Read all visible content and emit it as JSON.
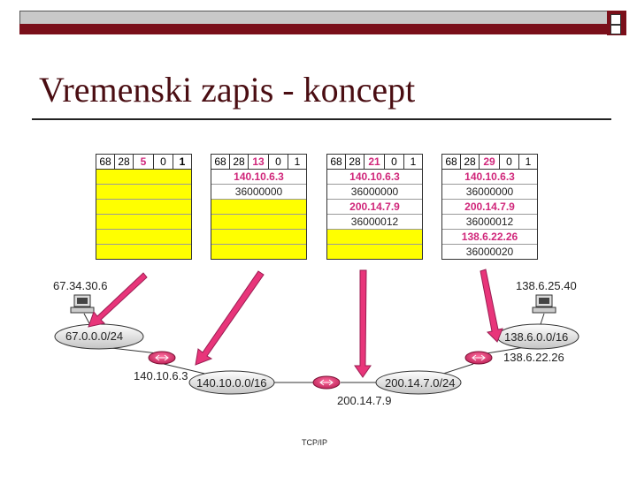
{
  "slide": {
    "title": "Vremenski zapis - koncept",
    "footer": "TCP/IP"
  },
  "packets": [
    {
      "header": [
        "68",
        "28",
        "5",
        "0",
        "1"
      ],
      "rows": [
        "",
        "",
        "",
        "",
        "",
        ""
      ]
    },
    {
      "header": [
        "68",
        "28",
        "13",
        "0",
        "1"
      ],
      "rows": [
        "140.10.6.3",
        "36000000",
        "",
        "",
        "",
        ""
      ]
    },
    {
      "header": [
        "68",
        "28",
        "21",
        "0",
        "1"
      ],
      "rows": [
        "140.10.6.3",
        "36000000",
        "200.14.7.9",
        "36000012",
        "",
        ""
      ]
    },
    {
      "header": [
        "68",
        "28",
        "29",
        "0",
        "1"
      ],
      "rows": [
        "140.10.6.3",
        "36000000",
        "200.14.7.9",
        "36000012",
        "138.6.22.26",
        "36000020"
      ]
    }
  ],
  "network": {
    "host_left": "67.34.30.6",
    "host_right": "138.6.25.40",
    "net_a": "67.0.0.0/24",
    "net_b": "140.10.0.0/16",
    "net_c": "200.14.7.0/24",
    "net_d": "138.6.0.0/16",
    "router1_ip": "140.10.6.3",
    "router2_ip": "200.14.7.9",
    "router3_ip": "138.6.22.26"
  },
  "colors": {
    "title": "#4a0d12",
    "band": "#7a0f1a",
    "highlight": "#d0267a",
    "row_fill": "#ffff00",
    "arrow": "#e8357a"
  }
}
